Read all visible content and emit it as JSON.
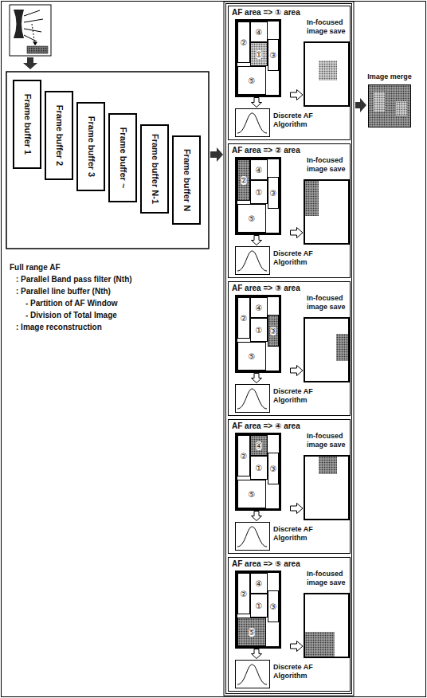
{
  "diagram": {
    "nodes": [
      {
        "text": [
          "Frame buffer 1"
        ]
      },
      {
        "text": [
          "Frame buffer 2"
        ]
      },
      {
        "text": [
          "Frame buffer 3"
        ]
      },
      {
        "text": [
          "Frame buffer ~"
        ]
      },
      {
        "text": [
          "Frame buffer N-1"
        ]
      },
      {
        "text": [
          "Frame buffer N"
        ]
      },
      {
        "text": [
          "AF area => ① area"
        ]
      },
      {
        "text": [
          "②"
        ],
        "in": 6
      },
      {
        "text": [
          "④"
        ],
        "in": 6
      },
      {
        "text": [
          "①"
        ],
        "in": 6
      },
      {
        "text": [
          "③"
        ],
        "in": 6
      },
      {
        "text": [
          "⑤"
        ],
        "in": 6
      },
      {
        "text": [
          "AF area => ② area"
        ]
      },
      {
        "text": [
          "②"
        ],
        "in": 12
      },
      {
        "text": [
          "④"
        ],
        "in": 12
      },
      {
        "text": [
          "①"
        ],
        "in": 12
      },
      {
        "text": [
          "③"
        ],
        "in": 12
      },
      {
        "text": [
          "⑤"
        ],
        "in": 12
      },
      {
        "text": [
          "AF area => ③ area"
        ]
      },
      {
        "text": [
          "②"
        ],
        "in": 18
      },
      {
        "text": [
          "④"
        ],
        "in": 18
      },
      {
        "text": [
          "①"
        ],
        "in": 18
      },
      {
        "text": [
          "③"
        ],
        "in": 18
      },
      {
        "text": [
          "⑤"
        ],
        "in": 18
      },
      {
        "text": [
          "AF area => ④ area"
        ]
      },
      {
        "text": [
          "②"
        ],
        "in": 24
      },
      {
        "text": [
          "④"
        ],
        "in": 24
      },
      {
        "text": [
          "①"
        ],
        "in": 24
      },
      {
        "text": [
          "③"
        ],
        "in": 24
      },
      {
        "text": [
          "⑤"
        ],
        "in": 24
      },
      {
        "text": [
          "AF area => ⑤ area"
        ]
      },
      {
        "text": [
          "②"
        ],
        "in": 30
      },
      {
        "text": [
          "④"
        ],
        "in": 30
      },
      {
        "text": [
          "①"
        ],
        "in": 30
      },
      {
        "text": [
          "③"
        ],
        "in": 30
      },
      {
        "text": [
          "⑤"
        ],
        "in": 30
      },
      {
        "text": [
          "Image merge"
        ]
      }
    ],
    "labels": [
      "Full range AF",
      ": Parallel Band pass filter (Nth)",
      ": Parallel line buffer (Nth)",
      "- Partition of AF Window",
      "- Division of Total Image",
      ": Image reconstruction",
      "Discrete AF Algorithm",
      "In-focused image save",
      "Discrete AF Algorithm",
      "In-focused image save",
      "Discrete AF Algorithm",
      "In-focused image save",
      "Discrete AF Algorithm",
      "In-focused image save",
      "Discrete AF Algorithm",
      "In-focused image save"
    ]
  }
}
